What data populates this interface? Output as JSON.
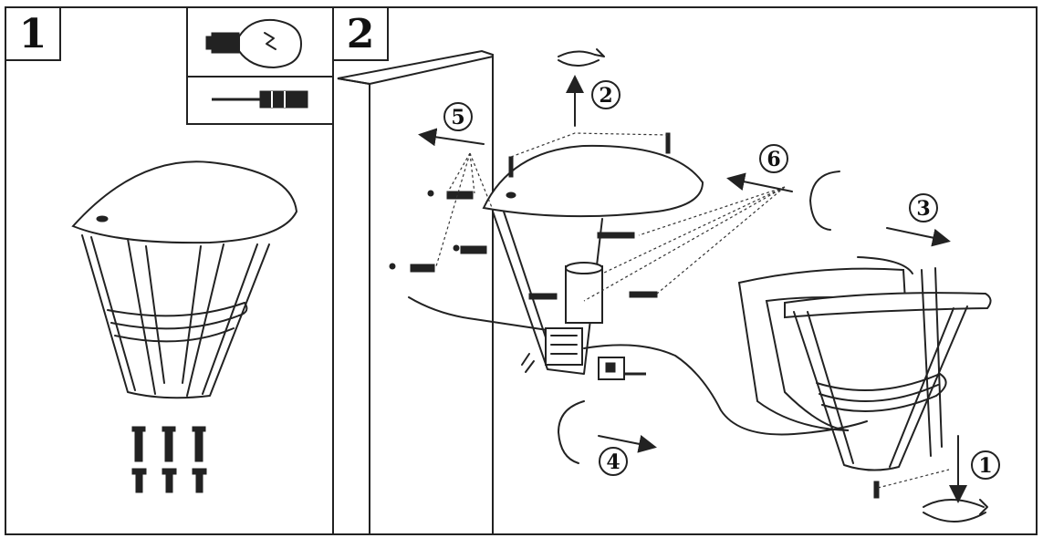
{
  "panels": [
    {
      "number": "1"
    },
    {
      "number": "2"
    }
  ],
  "tools": [
    {
      "icon": "light-bulb-icon"
    },
    {
      "icon": "screwdriver-icon"
    }
  ],
  "steps": [
    {
      "number": "1"
    },
    {
      "number": "2"
    },
    {
      "number": "3"
    },
    {
      "number": "4"
    },
    {
      "number": "5"
    },
    {
      "number": "6"
    }
  ]
}
